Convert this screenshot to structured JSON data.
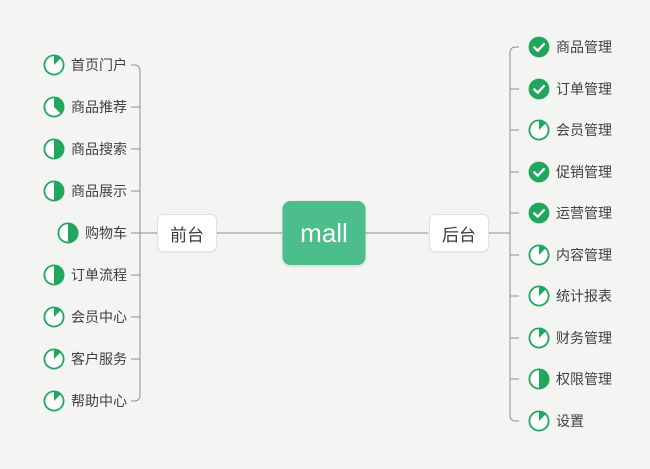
{
  "diagram": {
    "root": {
      "label": "mall"
    },
    "branches": [
      {
        "label": "前台",
        "side": "left",
        "items": [
          {
            "label": "首页门户",
            "progress": "1/8"
          },
          {
            "label": "商品推荐",
            "progress": "3/8"
          },
          {
            "label": "商品搜索",
            "progress": "1/2"
          },
          {
            "label": "商品展示",
            "progress": "1/2"
          },
          {
            "label": "购物车",
            "progress": "1/2"
          },
          {
            "label": "订单流程",
            "progress": "1/2"
          },
          {
            "label": "会员中心",
            "progress": "1/8"
          },
          {
            "label": "客户服务",
            "progress": "1/8"
          },
          {
            "label": "帮助中心",
            "progress": "1/8"
          }
        ]
      },
      {
        "label": "后台",
        "side": "right",
        "items": [
          {
            "label": "商品管理",
            "progress": "done"
          },
          {
            "label": "订单管理",
            "progress": "done"
          },
          {
            "label": "会员管理",
            "progress": "1/8"
          },
          {
            "label": "促销管理",
            "progress": "done"
          },
          {
            "label": "运营管理",
            "progress": "done"
          },
          {
            "label": "内容管理",
            "progress": "1/8"
          },
          {
            "label": "统计报表",
            "progress": "1/8"
          },
          {
            "label": "财务管理",
            "progress": "1/8"
          },
          {
            "label": "权限管理",
            "progress": "1/2"
          },
          {
            "label": "设置",
            "progress": "1/8"
          }
        ]
      }
    ],
    "icons": {
      "done": "check-circle-icon",
      "partial": "progress-pie-icon"
    },
    "colors": {
      "background": "#f4f4f2",
      "root_fill": "#4cbe8c",
      "root_text": "#ffffff",
      "icon_green": "#21a75d",
      "line": "#8f8f8f",
      "topic_text": "#3f3f3f"
    }
  }
}
